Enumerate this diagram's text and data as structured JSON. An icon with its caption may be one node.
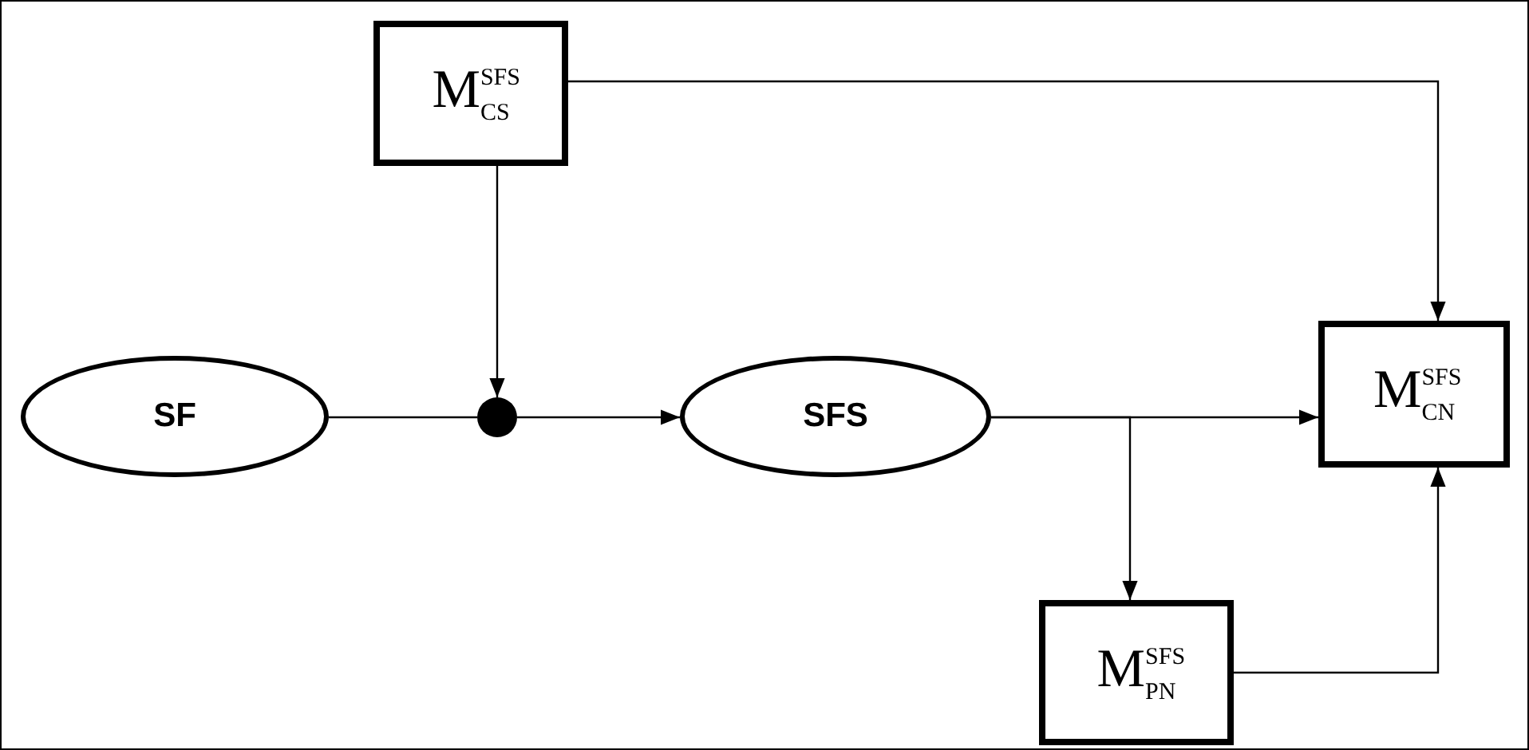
{
  "diagram": {
    "nodes": [
      {
        "text": [
          "M$^{SFS}$$_{CS}$"
        ]
      },
      {
        "text": [
          "SF"
        ]
      },
      {
        "text": [],
        "shape": "circle"
      },
      {
        "text": [
          "SFS"
        ]
      },
      {
        "text": [
          "M$^{SFS}$$_{CN}$"
        ]
      },
      {
        "text": [
          "M$^{SFS}$$_{PN}$"
        ]
      }
    ],
    "edges": [
      {
        "from": 0,
        "to": 2,
        "arrow": "to"
      },
      {
        "from": 1,
        "to": 2,
        "arrow": "none"
      },
      {
        "from": 2,
        "to": 3,
        "arrow": "to"
      },
      {
        "from": 0,
        "to": 4,
        "arrow": "to"
      },
      {
        "from": 3,
        "to": 4,
        "arrow": "to"
      },
      {
        "from": 3,
        "to": 5,
        "arrow": "to"
      },
      {
        "from": 5,
        "to": 4,
        "arrow": "to"
      }
    ]
  }
}
